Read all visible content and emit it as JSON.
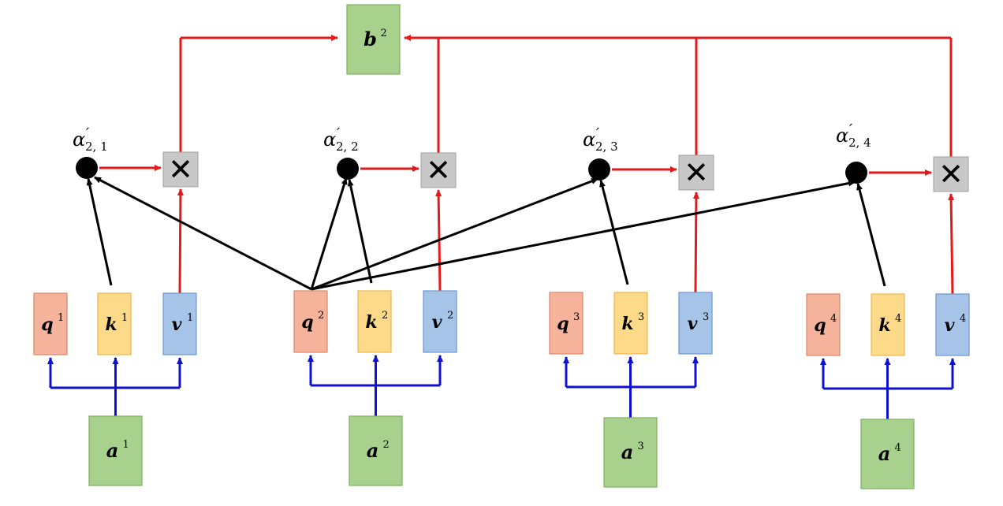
{
  "output": {
    "label": "b",
    "sup": "2"
  },
  "columns": [
    {
      "q": {
        "label": "q",
        "sup": "1"
      },
      "k": {
        "label": "k",
        "sup": "1"
      },
      "v": {
        "label": "v",
        "sup": "1"
      },
      "a": {
        "label": "a",
        "sup": "1"
      },
      "alpha": {
        "symbol": "α",
        "prime": "′",
        "sub": "2, 1"
      }
    },
    {
      "q": {
        "label": "q",
        "sup": "2"
      },
      "k": {
        "label": "k",
        "sup": "2"
      },
      "v": {
        "label": "v",
        "sup": "2"
      },
      "a": {
        "label": "a",
        "sup": "2"
      },
      "alpha": {
        "symbol": "α",
        "prime": "′",
        "sub": "2, 2"
      }
    },
    {
      "q": {
        "label": "q",
        "sup": "3"
      },
      "k": {
        "label": "k",
        "sup": "3"
      },
      "v": {
        "label": "v",
        "sup": "3"
      },
      "a": {
        "label": "a",
        "sup": "3"
      },
      "alpha": {
        "symbol": "α",
        "prime": "′",
        "sub": "2, 3"
      }
    },
    {
      "q": {
        "label": "q",
        "sup": "4"
      },
      "k": {
        "label": "k",
        "sup": "4"
      },
      "v": {
        "label": "v",
        "sup": "4"
      },
      "a": {
        "label": "a",
        "sup": "4"
      },
      "alpha": {
        "symbol": "α",
        "prime": "′",
        "sub": "2, 4"
      }
    }
  ],
  "multiply_symbol": "✕",
  "colors": {
    "q_fill": "#f4b39a",
    "q_stroke": "#d9876a",
    "k_fill": "#fdd98a",
    "k_stroke": "#e8b84f",
    "v_fill": "#a6c4e8",
    "v_stroke": "#6f97cf",
    "a_fill": "#a8d18d",
    "a_stroke": "#7fb060",
    "mult_fill": "#c8c8c8",
    "red_arrow": "#e41a1a",
    "blue_arrow": "#1010d0",
    "black_arrow": "#000000"
  }
}
